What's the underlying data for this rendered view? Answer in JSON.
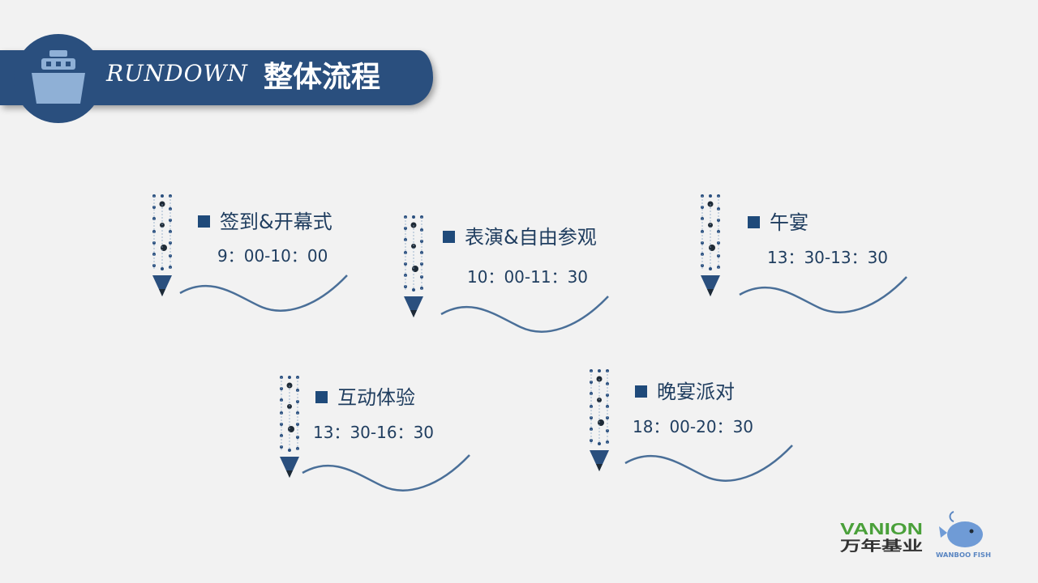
{
  "header": {
    "title_en": "RUNDOWN",
    "title_cn": "整体流程",
    "icon": "ship-icon"
  },
  "schedule": [
    {
      "title": "签到&开幕式",
      "time": "9：00-10：00"
    },
    {
      "title": "表演&自由参观",
      "time": "10：00-11：30"
    },
    {
      "title": "午宴",
      "time": "13：30-13：30"
    },
    {
      "title": "互动体验",
      "time": "13：30-16：30"
    },
    {
      "title": "晚宴派对",
      "time": "18：00-20：30"
    }
  ],
  "logos": {
    "vanion_en": "VANION",
    "vanion_cn": "万年基业",
    "fish_text": "WANBOO FISH"
  },
  "colors": {
    "banner": "#2a4f7e",
    "title_text": "#1f3d5f",
    "wave": "#4a6f98",
    "vanion_green": "#4aa03a"
  }
}
